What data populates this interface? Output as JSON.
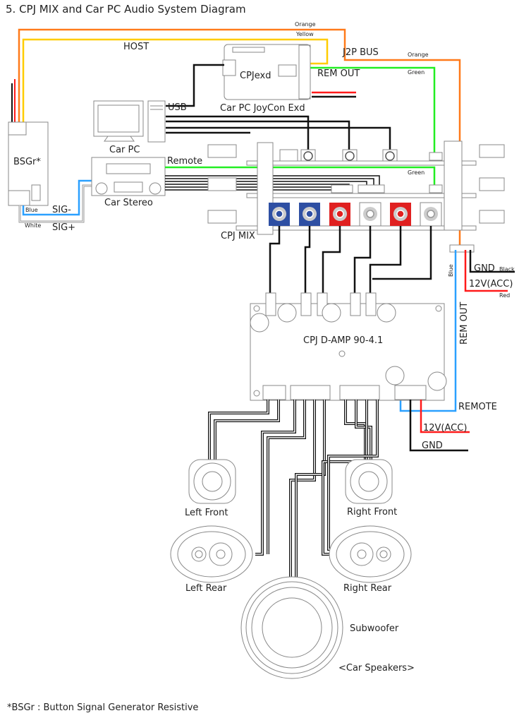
{
  "title": "5. CPJ MIX and Car PC Audio System Diagram",
  "footnote": "*BSGr : Button Signal Generator Resistive",
  "devices": {
    "bsgr": "BSGr*",
    "car_pc": "Car PC",
    "car_stereo": "Car Stereo",
    "cpjexd": "CPJexd",
    "cpjexd_caption": "Car PC JoyCon Exd",
    "cpj_mix": "CPJ MIX",
    "amp": "CPJ D-AMP 90-4.1"
  },
  "speakers": {
    "left_front": "Left Front",
    "right_front": "Right Front",
    "left_rear": "Left Rear",
    "right_rear": "Right Rear",
    "subwoofer": "Subwoofer",
    "group": "<Car Speakers>"
  },
  "connections": {
    "host": "HOST",
    "usb": "USB",
    "remote": "Remote",
    "j2p_bus": "J2P BUS",
    "rem_out": "REM OUT",
    "rem_out_vertical": "REM OUT",
    "sig_minus": "SIG-",
    "sig_plus": "SIG+",
    "gnd": "GND",
    "acc": "12V(ACC)",
    "remote_amp": "REMOTE",
    "acc_amp": "12V(ACC)",
    "gnd_amp": "GND"
  },
  "wire_colors": {
    "orange": "Orange",
    "yellow": "Yellow",
    "orange2": "Orange",
    "green": "Green",
    "green2": "Green",
    "blue": "Blue",
    "white": "White",
    "blue_v": "Blue",
    "black": "Black",
    "red": "Red"
  },
  "colors": {
    "orange": "#ff7a1a",
    "yellow": "#ffcc00",
    "green": "#22ee22",
    "blue": "#2aa0ff",
    "red": "#ff1a1a",
    "rca_blue": "#2e4fa3",
    "rca_red": "#e02020"
  }
}
